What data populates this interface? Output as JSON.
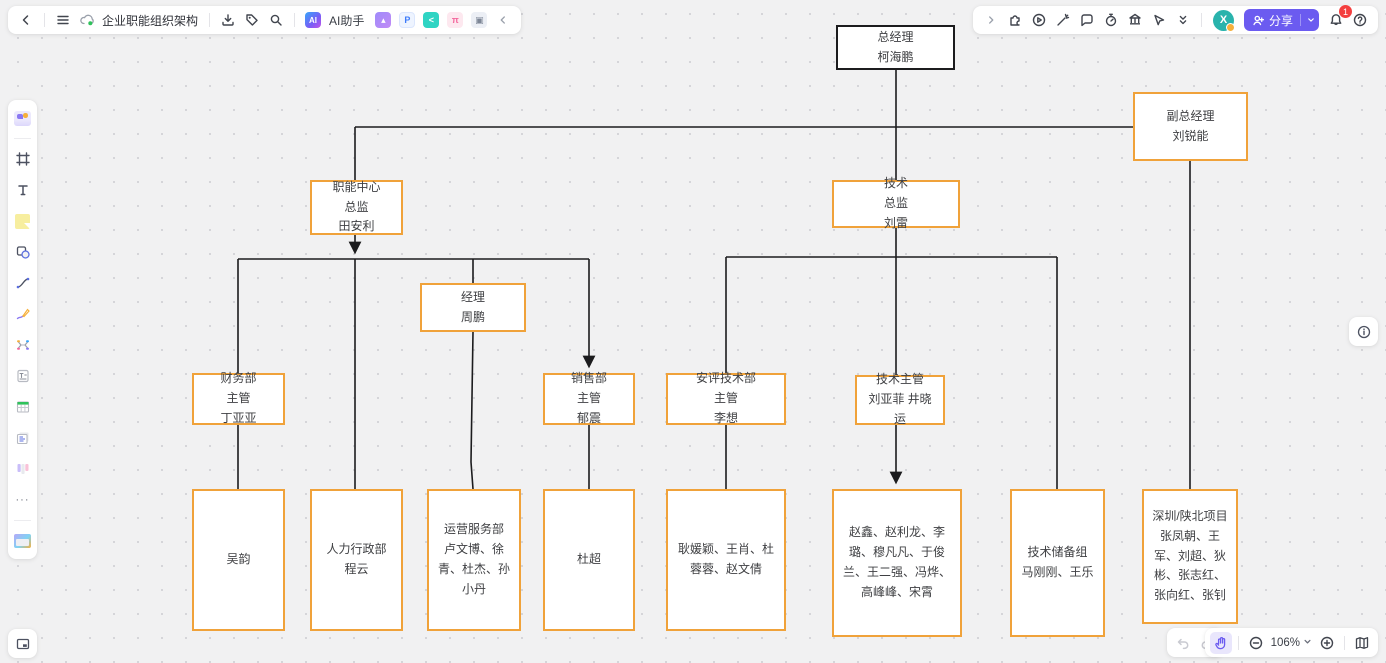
{
  "header_left": {
    "doc_title": "企业职能组织架构",
    "ai_assistant_label": "AI助手"
  },
  "header_right": {
    "avatar_initial": "X",
    "share_label": "分享",
    "notification_badge": "1"
  },
  "sidebar": {
    "more_label": "···"
  },
  "footer": {
    "zoom_level": "106%"
  },
  "colors": {
    "node_border_orange": "#f0a23a",
    "root_node_border": "#1c1c1e",
    "accent_purple": "#6b5bf0",
    "avatar_teal": "#29b3ac",
    "badge_red": "#f43f3f",
    "canvas_bg": "#f1f1f2"
  },
  "org_chart": {
    "nodes": [
      {
        "text": "总经理\n柯海鹏"
      },
      {
        "text": "副总经理\n刘锐能"
      },
      {
        "text": "职能中心\n总监\n田安利"
      },
      {
        "text": "技术\n总监\n刘雷"
      },
      {
        "text": "经理\n周鹏"
      },
      {
        "text": "财务部\n主管\n丁亚亚"
      },
      {
        "text": "销售部\n主管\n郁震"
      },
      {
        "text": "安评技术部\n主管\n李想"
      },
      {
        "text": "技术主管\n刘亚菲 井晓运"
      },
      {
        "text": "吴韵"
      },
      {
        "text": "人力行政部\n程云"
      },
      {
        "text": "运营服务部\n卢文博、徐青、杜杰、孙小丹"
      },
      {
        "text": "杜超"
      },
      {
        "text": "耿媛颖、王肖、杜蓉蓉、赵文倩"
      },
      {
        "text": "赵鑫、赵利龙、李璐、穆凡凡、于俊兰、王二强、冯烨、高峰峰、宋霄"
      },
      {
        "text": "技术储备组\n马刚刚、王乐"
      },
      {
        "text": "深圳/陕北项目\n张凤朝、王军、刘超、狄彬、张志红、张向红、张钊"
      }
    ]
  }
}
